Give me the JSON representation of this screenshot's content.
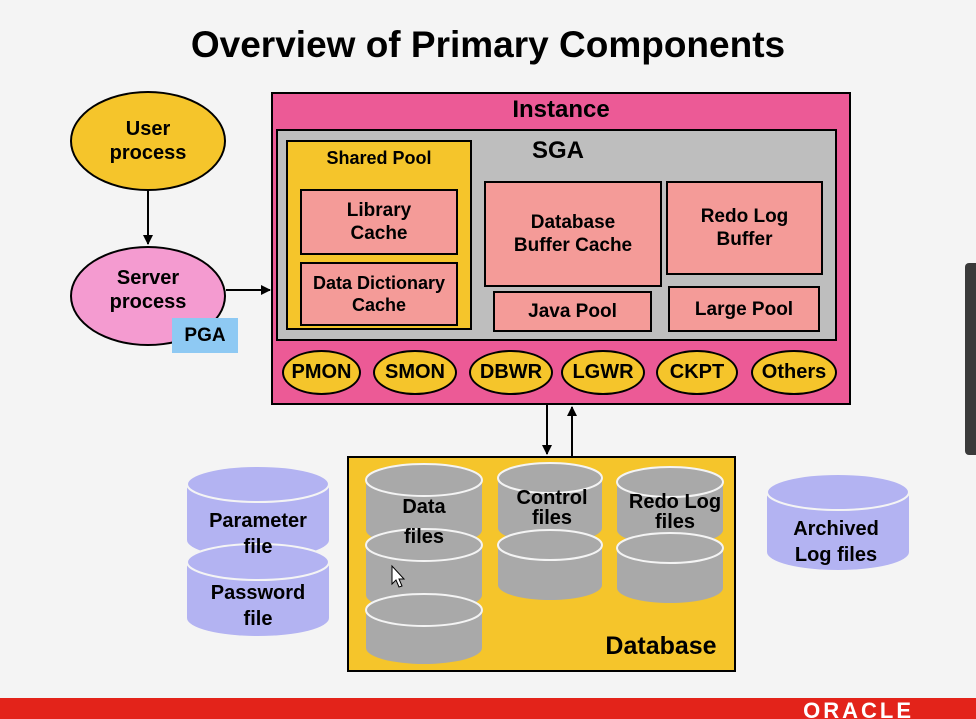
{
  "title": "Overview of Primary Components",
  "instance": {
    "label": "Instance",
    "sga": {
      "label": "SGA",
      "shared_pool": {
        "label": "Shared Pool",
        "library_cache": "Library\nCache",
        "data_dictionary_cache": "Data Dictionary\nCache"
      },
      "database_buffer_cache": "Database\nBuffer Cache",
      "redo_log_buffer": "Redo Log\nBuffer",
      "java_pool": "Java Pool",
      "large_pool": "Large Pool"
    },
    "background_processes": [
      "PMON",
      "SMON",
      "DBWR",
      "LGWR",
      "CKPT",
      "Others"
    ]
  },
  "user_process": "User\nprocess",
  "server_process": "Server\nprocess",
  "pga": "PGA",
  "database": {
    "label": "Database",
    "data_files": "Data\nfiles",
    "control_files": "Control\nfiles",
    "redo_log_files": "Redo Log\nfiles"
  },
  "parameter_file": "Parameter\nfile",
  "password_file": "Password\nfile",
  "archived_log_files": "Archived\nLog files",
  "logo": "ORACLE",
  "colors": {
    "instance": "#ec5a96",
    "sga": "#bebebe",
    "yellow": "#f5c52b",
    "pink_box": "#f49b98",
    "server": "#f49bd0",
    "pga": "#8ec9f3",
    "cylinder_gray": "#a9a9a9",
    "cylinder_lavender": "#b3b3f2",
    "footer": "#e3231a"
  }
}
